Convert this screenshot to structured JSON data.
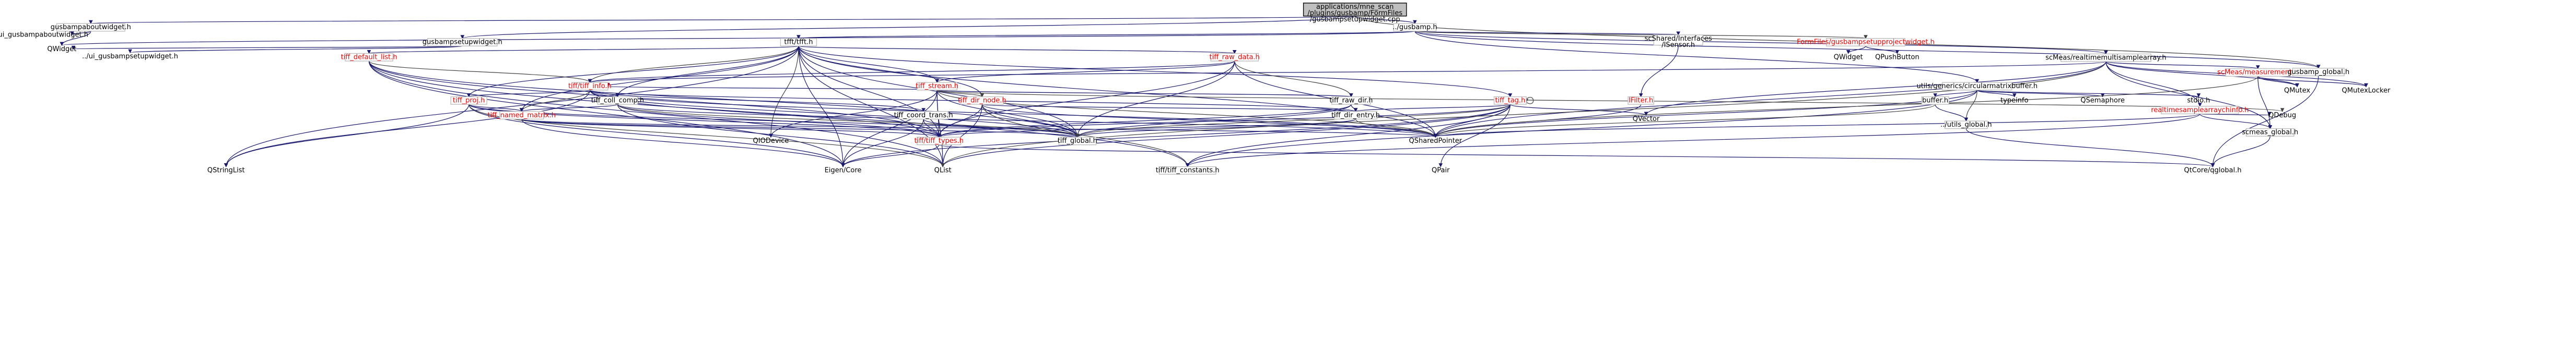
{
  "graph": {
    "root": "applications/mne_scan/plugins/gusbamp/FormFiles/gusbampsetupwidget.cpp",
    "nodes": {
      "root": [
        "applications/mne_scan",
        "/plugins/gusbamp/FormFiles",
        "/gusbampsetupwidget.cpp"
      ],
      "aboutwidget": [
        "gusbampaboutwidget.h"
      ],
      "ui_aboutwidget": [
        "../ui_gusbampaboutwidget.h"
      ],
      "qwidget": [
        "QWidget"
      ],
      "setupwidget": [
        "gusbampsetupwidget.h"
      ],
      "ui_setupwidget": [
        "../ui_gusbampsetupwidget.h"
      ],
      "gusbamp": [
        "../gusbamp.h"
      ],
      "tfftf": [
        "tfft/tfft.h"
      ],
      "tiffdebug": [
        "tiff_default_list.h"
      ],
      "tiffrawdata": [
        "tiff_raw_data.h"
      ],
      "tiffinfo": [
        "tiff/tiff_info.h"
      ],
      "tiffstream": [
        "tiff_stream.h"
      ],
      "tiffproj": [
        "tiff_proj.h"
      ],
      "tiffnamed": [
        "tiff_named_matrix.h"
      ],
      "tiffcoll": [
        "tiff_coll_comp.h"
      ],
      "tiffdirnode": [
        "tiff_dir_node.h"
      ],
      "tiffrawdir": [
        "tiff_raw_dir.h"
      ],
      "tiffdirentry": [
        "tiff_dir_entry.h"
      ],
      "tiffcoord": [
        "tiff_coord_trans.h"
      ],
      "tifftypes": [
        "tiff/tiff_types.h"
      ],
      "tiffglobal": [
        "tiff_global.h"
      ],
      "tiffconst": [
        "tiff/tiff_constants.h"
      ],
      "tifftag": [
        "tiff_tag.h"
      ],
      "ifilter": [
        "IFilter.h"
      ],
      "qiodevice": [
        "QIODevice"
      ],
      "qstringlist": [
        "QStringList"
      ],
      "eigencore": [
        "Eigen/Core"
      ],
      "qlist": [
        "QList"
      ],
      "qsharedpointer": [
        "QSharedPointer"
      ],
      "qvector": [
        "QVector"
      ],
      "qpair": [
        "QPair"
      ],
      "ishared": [
        "scShared/Interfaces",
        "/ISensor.h"
      ],
      "formfiles": [
        "FormFiles/gusbampsetupprojectwidget.h"
      ],
      "qwidget2": [
        "QWidget"
      ],
      "qpushbutton": [
        "QPushButton"
      ],
      "utilsgen": [
        "utils/generics/circularmatrixbuffer.h"
      ],
      "buffer": [
        "buffer.h"
      ],
      "utilsglobal": [
        "../utils_global.h"
      ],
      "typeinfo": [
        "typeinfo"
      ],
      "qsemaphore": [
        "QSemaphore"
      ],
      "stdio": [
        "stdio.h"
      ],
      "qdebug": [
        "QDebug"
      ],
      "qtcoreglobal": [
        "QtCore/qglobal.h"
      ],
      "scmeas": [
        "scMeas/realtimemultisamplearray.h"
      ],
      "scmeasmeas": [
        "scMeas/measurement.h"
      ],
      "realtimeinfo": [
        "realtimesamplearraychinfo.h"
      ],
      "scmeasglobal": [
        "scmeas_global.h"
      ],
      "qmutex": [
        "QMutex"
      ],
      "qmutexlocker": [
        "QMutexLocker"
      ],
      "gusbampglobal": [
        "gusbamp_global.h"
      ]
    }
  }
}
